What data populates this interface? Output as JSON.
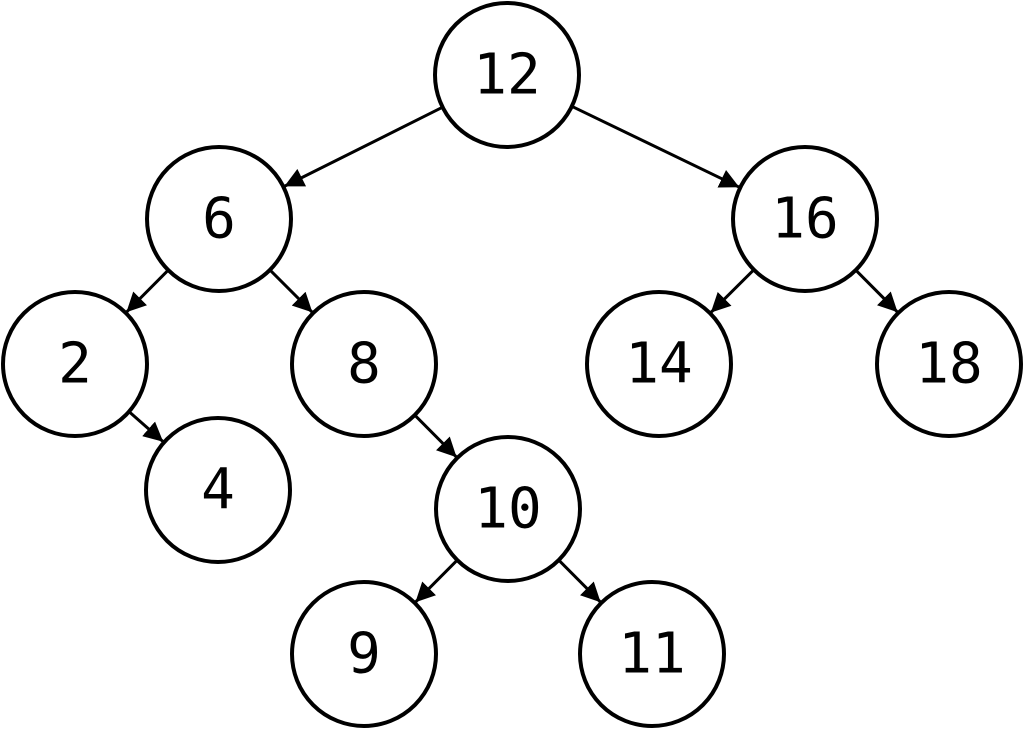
{
  "diagram": {
    "type": "binary-tree",
    "root": "n12",
    "nodes": [
      {
        "id": "n12",
        "label": "12"
      },
      {
        "id": "n6",
        "label": "6"
      },
      {
        "id": "n16",
        "label": "16"
      },
      {
        "id": "n2",
        "label": "2"
      },
      {
        "id": "n8",
        "label": "8"
      },
      {
        "id": "n14",
        "label": "14"
      },
      {
        "id": "n18",
        "label": "18"
      },
      {
        "id": "n4",
        "label": "4"
      },
      {
        "id": "n10",
        "label": "10"
      },
      {
        "id": "n9",
        "label": "9"
      },
      {
        "id": "n11",
        "label": "11"
      }
    ],
    "edges": [
      {
        "from": "n12",
        "to": "n6"
      },
      {
        "from": "n12",
        "to": "n16"
      },
      {
        "from": "n6",
        "to": "n2"
      },
      {
        "from": "n6",
        "to": "n8"
      },
      {
        "from": "n16",
        "to": "n14"
      },
      {
        "from": "n16",
        "to": "n18"
      },
      {
        "from": "n2",
        "to": "n4"
      },
      {
        "from": "n8",
        "to": "n10"
      },
      {
        "from": "n10",
        "to": "n9"
      },
      {
        "from": "n10",
        "to": "n11"
      }
    ]
  }
}
